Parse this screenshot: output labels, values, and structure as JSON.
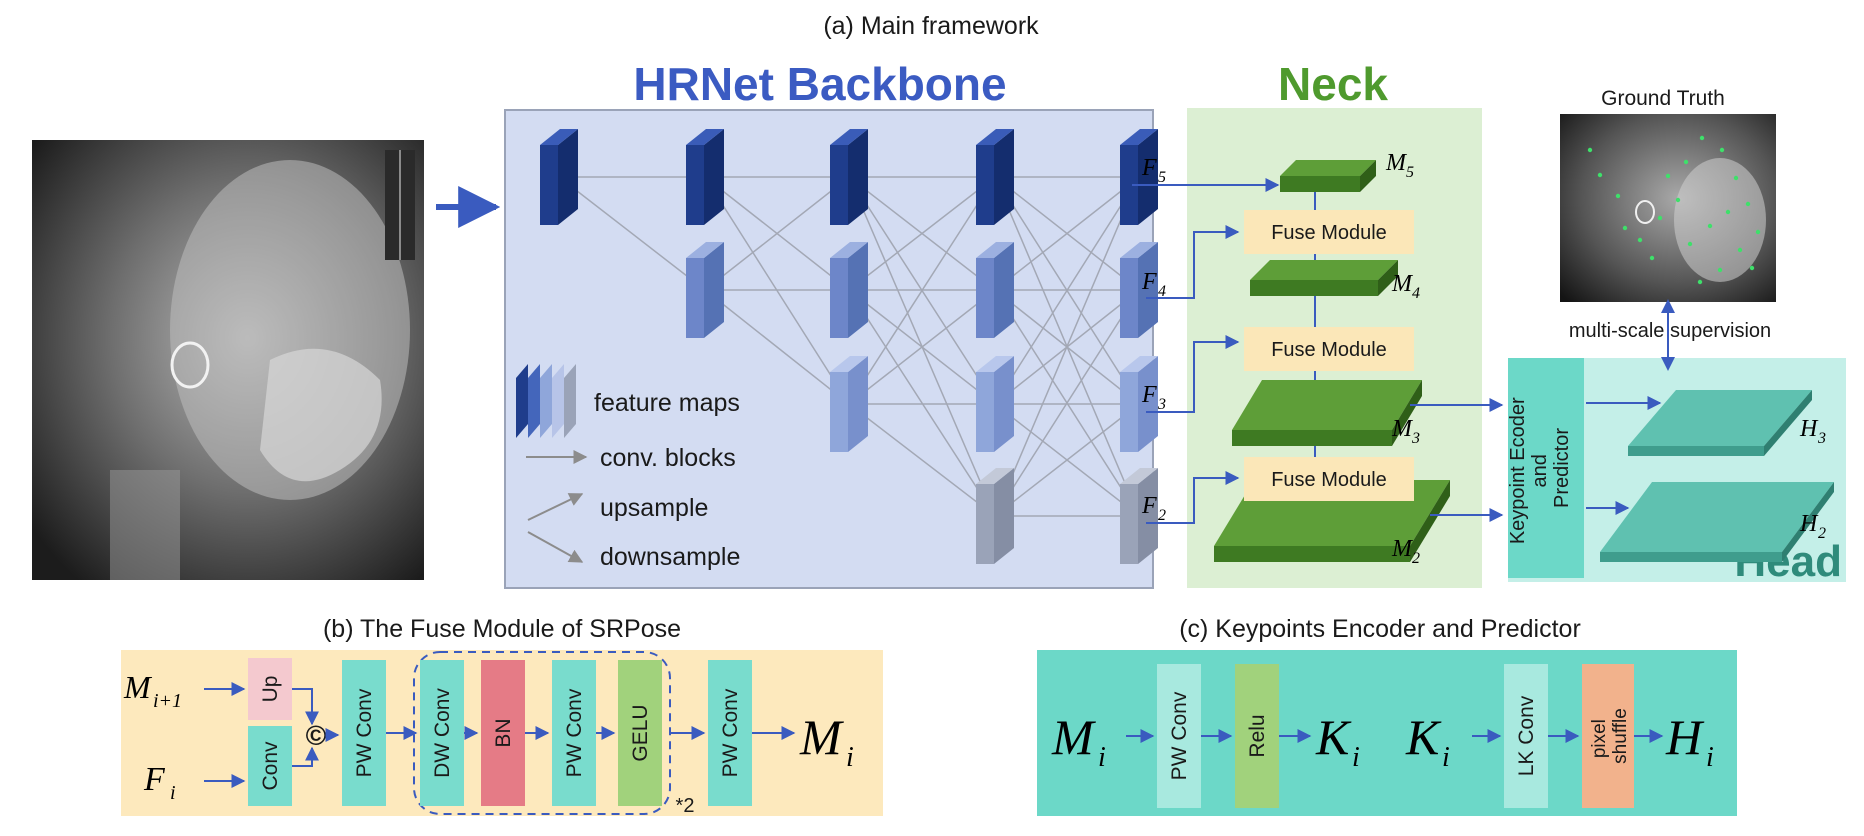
{
  "captions": {
    "main": "(a) Main framework",
    "fuse": "(b) The Fuse Module of SRPose",
    "kep": "(c) Keypoints Encoder and Predictor"
  },
  "backbone": {
    "title": "HRNet Backbone",
    "legend": {
      "feature_maps": "feature maps",
      "conv_blocks": "conv. blocks",
      "upsample": "upsample",
      "downsample": "downsample"
    },
    "outputs": [
      {
        "base": "F",
        "sub": "5"
      },
      {
        "base": "F",
        "sub": "4"
      },
      {
        "base": "F",
        "sub": "3"
      },
      {
        "base": "F",
        "sub": "2"
      }
    ]
  },
  "neck": {
    "title": "Neck",
    "fuse_label": "Fuse Module",
    "maps": [
      {
        "base": "M",
        "sub": "5"
      },
      {
        "base": "M",
        "sub": "4"
      },
      {
        "base": "M",
        "sub": "3"
      },
      {
        "base": "M",
        "sub": "2"
      }
    ]
  },
  "head": {
    "title": "Head",
    "encoder_label_line1": "Keypoint Ecoder",
    "encoder_label_line2": "and",
    "encoder_label_line3": "Predictor",
    "outputs": [
      {
        "base": "H",
        "sub": "3"
      },
      {
        "base": "H",
        "sub": "2"
      }
    ],
    "ground_truth": "Ground Truth",
    "supervision": "multi-scale supervision"
  },
  "fuse_module": {
    "input_m": {
      "base": "M",
      "sub": "i+1"
    },
    "input_f": {
      "base": "F",
      "sub": "i"
    },
    "up": "Up",
    "conv": "Conv",
    "concat": "©",
    "pw_conv": "PW Conv",
    "dw_conv": "DW Conv",
    "bn": "BN",
    "gelu": "GELU",
    "repeat": "*2",
    "output": {
      "base": "M",
      "sub": "i"
    }
  },
  "keypoint_encoder": {
    "input": {
      "base": "M",
      "sub": "i"
    },
    "pw_conv": "PW Conv",
    "relu": "Relu",
    "k_out": {
      "base": "K",
      "sub": "i"
    },
    "k_in": {
      "base": "K",
      "sub": "i"
    },
    "lk_conv": "LK Conv",
    "pixel_line1": "pixel",
    "pixel_line2": "shuffle",
    "output": {
      "base": "H",
      "sub": "i"
    }
  },
  "colors": {
    "backbone_bg": "#d3dcf2",
    "neck_bg": "#dcefd3",
    "head_bg": "#c4efe8",
    "fuse_bg": "#fde9bd",
    "kep_bg": "#6cd8c8",
    "title_blue": "#3b5bc2",
    "title_green": "#4f9a2e",
    "title_teal": "#2f8b7b",
    "arrow_blue": "#3a5bbf",
    "dark_block": "#1f3d8c",
    "mid_block": "#6d86c9",
    "light_block": "#8fa6da",
    "grey_block": "#9aa3b8",
    "neck_slab": "#3e7a22",
    "head_slab": "#4fb6a5",
    "fuse_box": "#fbe7b8",
    "pw_teal": "#79dccd",
    "bn_red": "#e57b86",
    "gelu_green": "#a1d27c",
    "up_pink": "#f4c9cf",
    "pixel_orange": "#f2b28c"
  }
}
